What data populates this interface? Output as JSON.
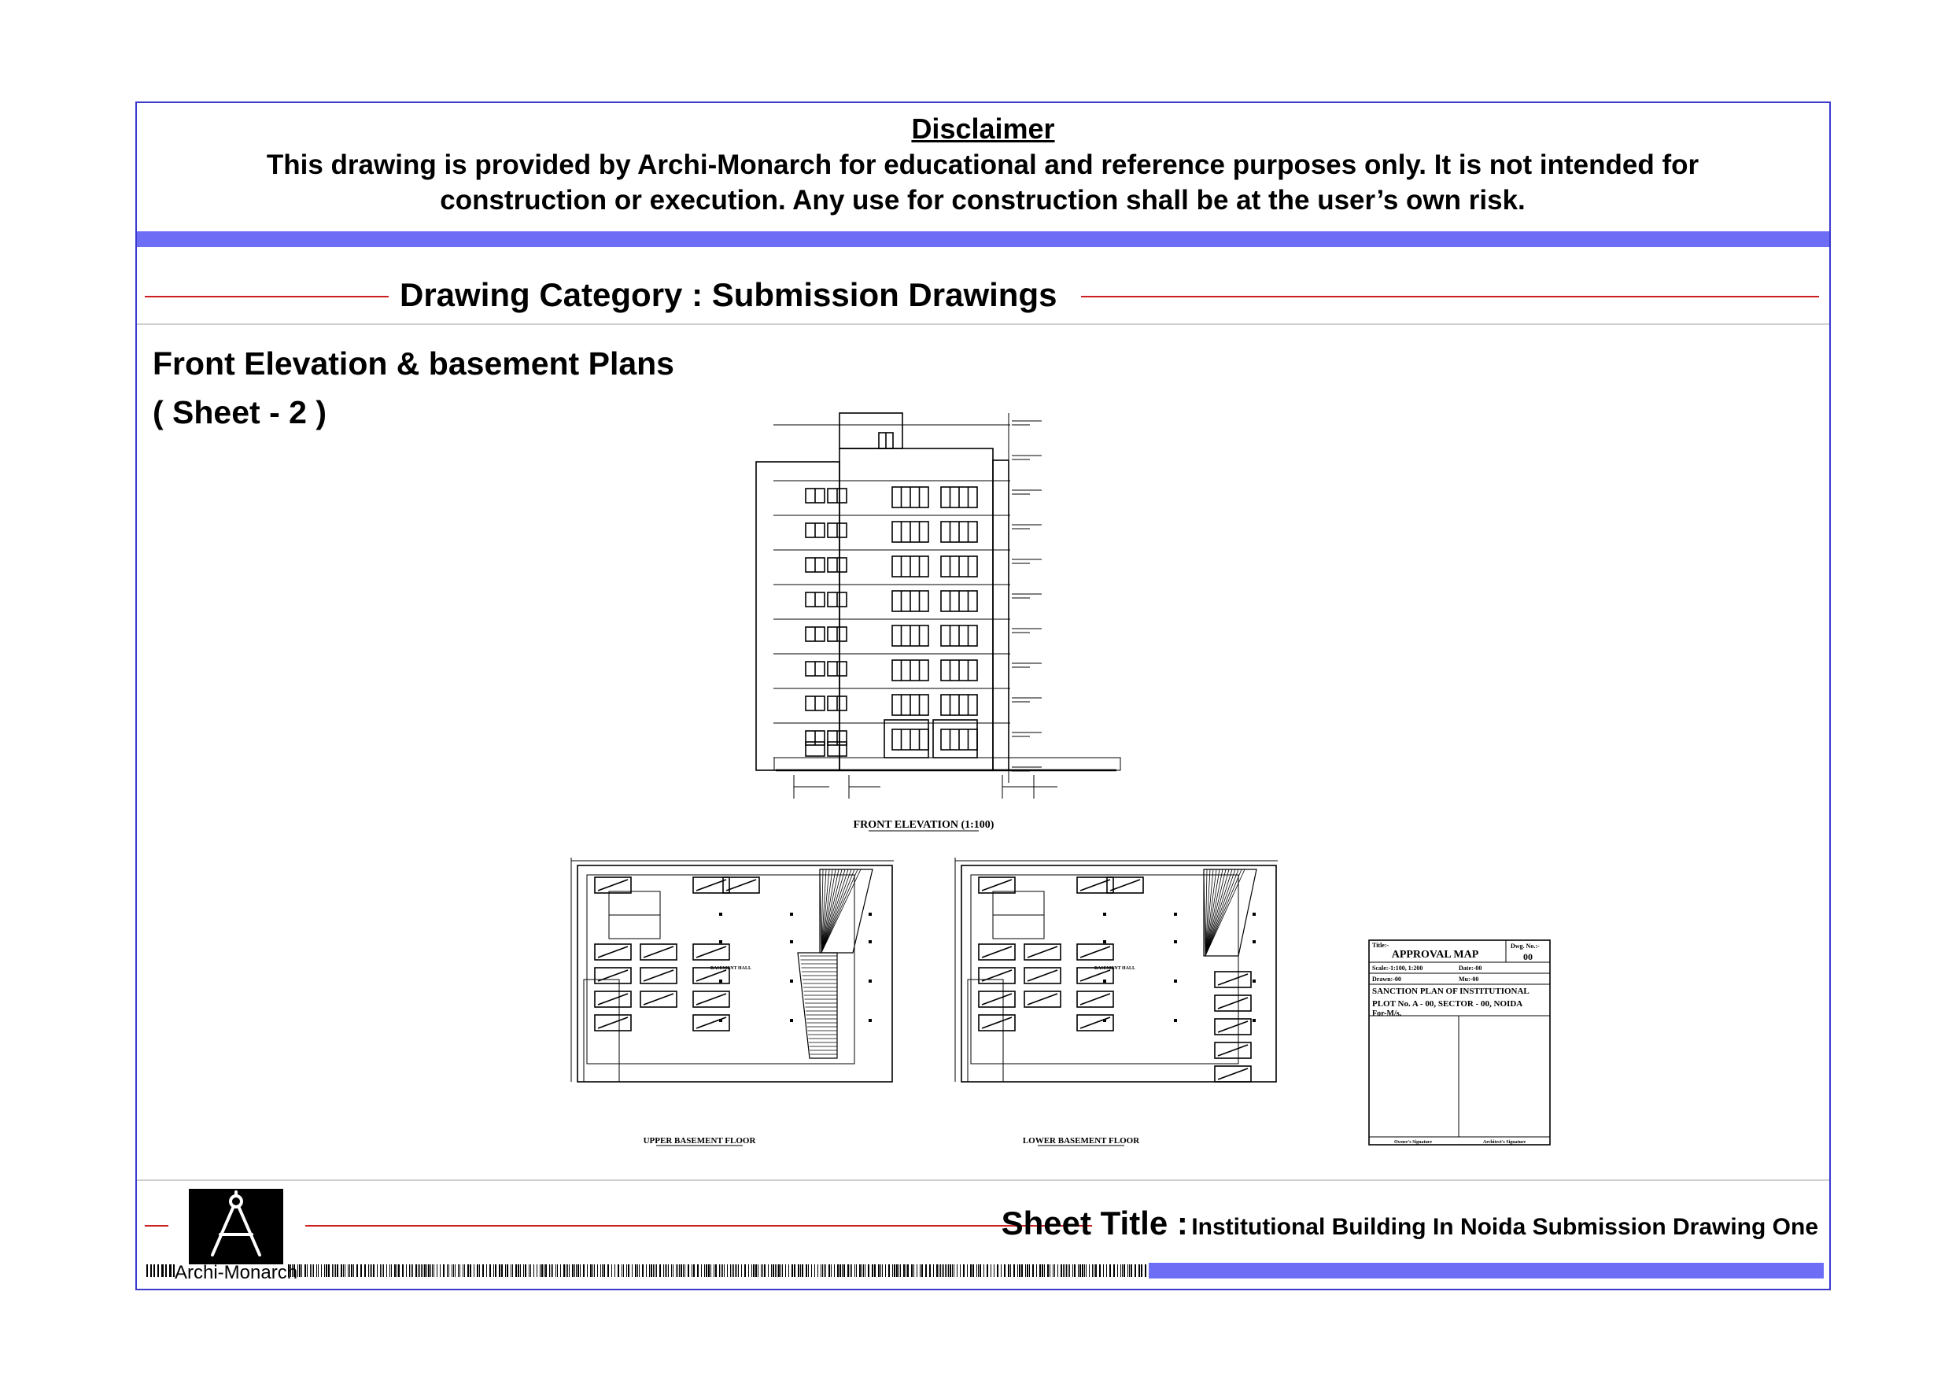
{
  "disclaimer": {
    "title": "Disclaimer",
    "line1": "This drawing is provided by Archi-Monarch for educational and reference purposes only. It is not intended for",
    "line2": "construction or execution. Any use for construction shall be at the user’s own risk."
  },
  "category": {
    "label": "Drawing Category : Submission Drawings"
  },
  "heading": {
    "title": "Front Elevation & basement Plans",
    "sheet": "( Sheet - 2 )"
  },
  "drawings": {
    "elevation_caption": "FRONT ELEVATION (1:100)",
    "upper_caption": "UPPER BASEMENT FLOOR",
    "lower_caption": "LOWER BASEMENT FLOOR",
    "upper_hall": "BASEMENT HALL",
    "lower_hall": "BASEMENT HALL"
  },
  "title_block": {
    "title_label": "Title:-",
    "title_value": "APPROVAL MAP",
    "dwg_label": "Dwg. No.:-",
    "dwg_value": "00",
    "scale": "Scale:-1:100, 1:200",
    "date": "Date:-00",
    "drawn": "Drawn:-00",
    "mu": "Mu:-00",
    "desc1": "SANCTION PLAN OF INSTITUTIONAL",
    "desc2": "PLOT No. A - 00, SECTOR - 00, NOIDA",
    "for": "For-M/s.",
    "owner_sig": "Owner's Signature",
    "arch_sig": "Architect's Signature"
  },
  "footer": {
    "brand": "Archi-Monarch",
    "sheet_title_label": "Sheet Title :",
    "sheet_title_value": "Institutional Building In Noida Submission Drawing One"
  },
  "colors": {
    "border": "#3a3acc",
    "band": "#6d6df5",
    "accent_line": "#cc1f1f"
  }
}
